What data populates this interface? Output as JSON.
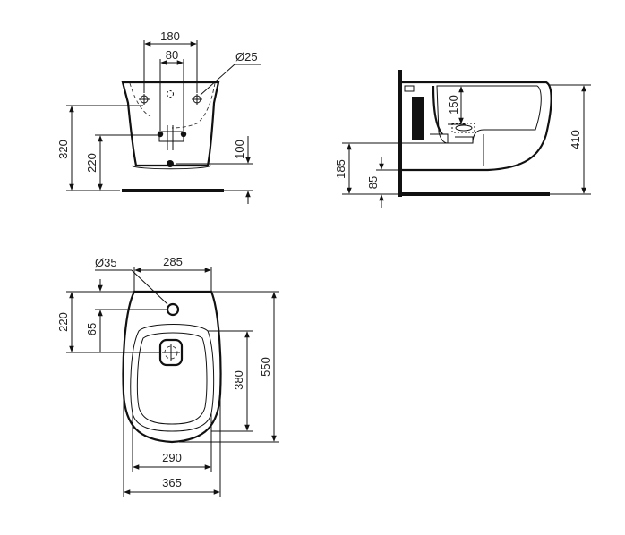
{
  "front_view": {
    "dim_180": "180",
    "dim_80": "80",
    "dim_d25": "Ø25",
    "dim_320": "320",
    "dim_220": "220",
    "dim_100": "100"
  },
  "side_view": {
    "dim_150": "150",
    "dim_410": "410",
    "dim_185": "185",
    "dim_85": "85"
  },
  "top_view": {
    "dim_d35": "Ø35",
    "dim_285": "285",
    "dim_220": "220",
    "dim_65": "65",
    "dim_380": "380",
    "dim_550": "550",
    "dim_290": "290",
    "dim_365": "365"
  }
}
